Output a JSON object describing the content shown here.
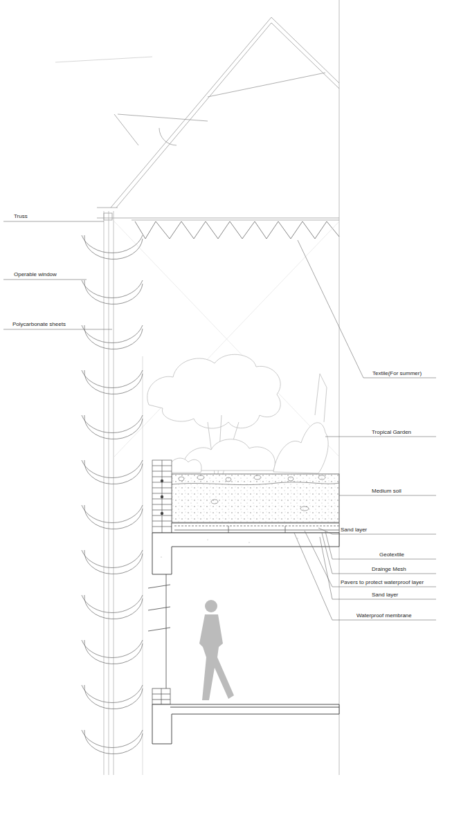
{
  "diagram": {
    "labels": [
      "Truss",
      "Operable window",
      "Polycarbonate sheets",
      "Textile(For summer)",
      "Tropical Garden",
      "Medium soil",
      "Sand layer",
      "Geotextile",
      "Drainge Mesh",
      "Pavers to protect waterproof layer",
      "Sand layer",
      "Waterproof membrane"
    ]
  }
}
